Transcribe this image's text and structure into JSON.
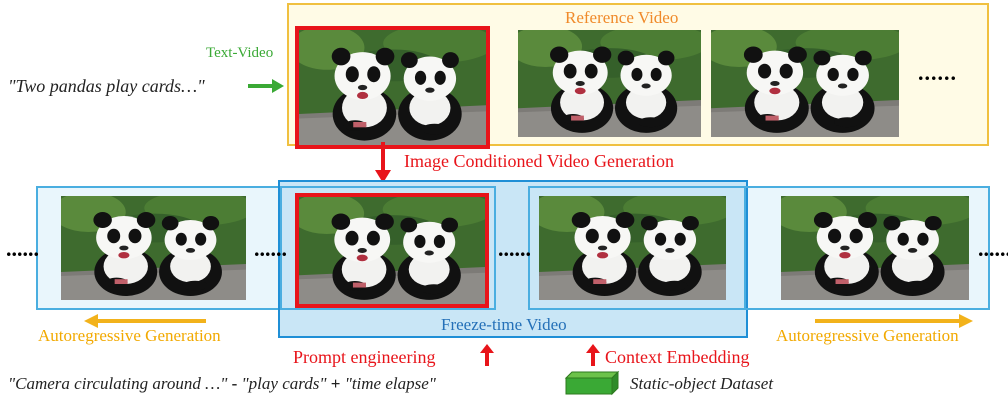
{
  "colors": {
    "orange": "#f0b429",
    "blue": "#1f8fd6",
    "light_blue_fill": "#d3ebf8",
    "red": "#e8141a",
    "green": "#3aa935",
    "text_red": "#e8141a",
    "text_orange": "#f2a900",
    "text_blue": "#2470b8",
    "text_green": "#3aa935"
  },
  "reference_video": {
    "label": "Reference Video",
    "ellipsis": "......"
  },
  "text_video": {
    "label": "Text-Video",
    "prompt": "\"Two pandas play cards…\""
  },
  "image_conditioned_label": "Image Conditioned Video Generation",
  "freeze_time": {
    "label": "Freeze-time Video"
  },
  "autoregressive": {
    "left_label": "Autoregressive Generation",
    "right_label": "Autoregressive Generation"
  },
  "row_ellipsis": [
    "......",
    "......",
    "......",
    "......"
  ],
  "prompt_engineering": "Prompt engineering",
  "context_embedding": "Context Embedding",
  "camera_prompt": {
    "part1": "\"Camera circulating around …\"",
    "minus": "-",
    "part2": "\"play cards\"",
    "plus": "+",
    "part3": "\"time elapse\""
  },
  "dataset_label": "Static-object Dataset",
  "icons": [
    "panda-image",
    "right-arrow-icon",
    "down-arrow-icon",
    "up-arrow-icon",
    "left-arrow-icon",
    "dataset-box-icon"
  ]
}
